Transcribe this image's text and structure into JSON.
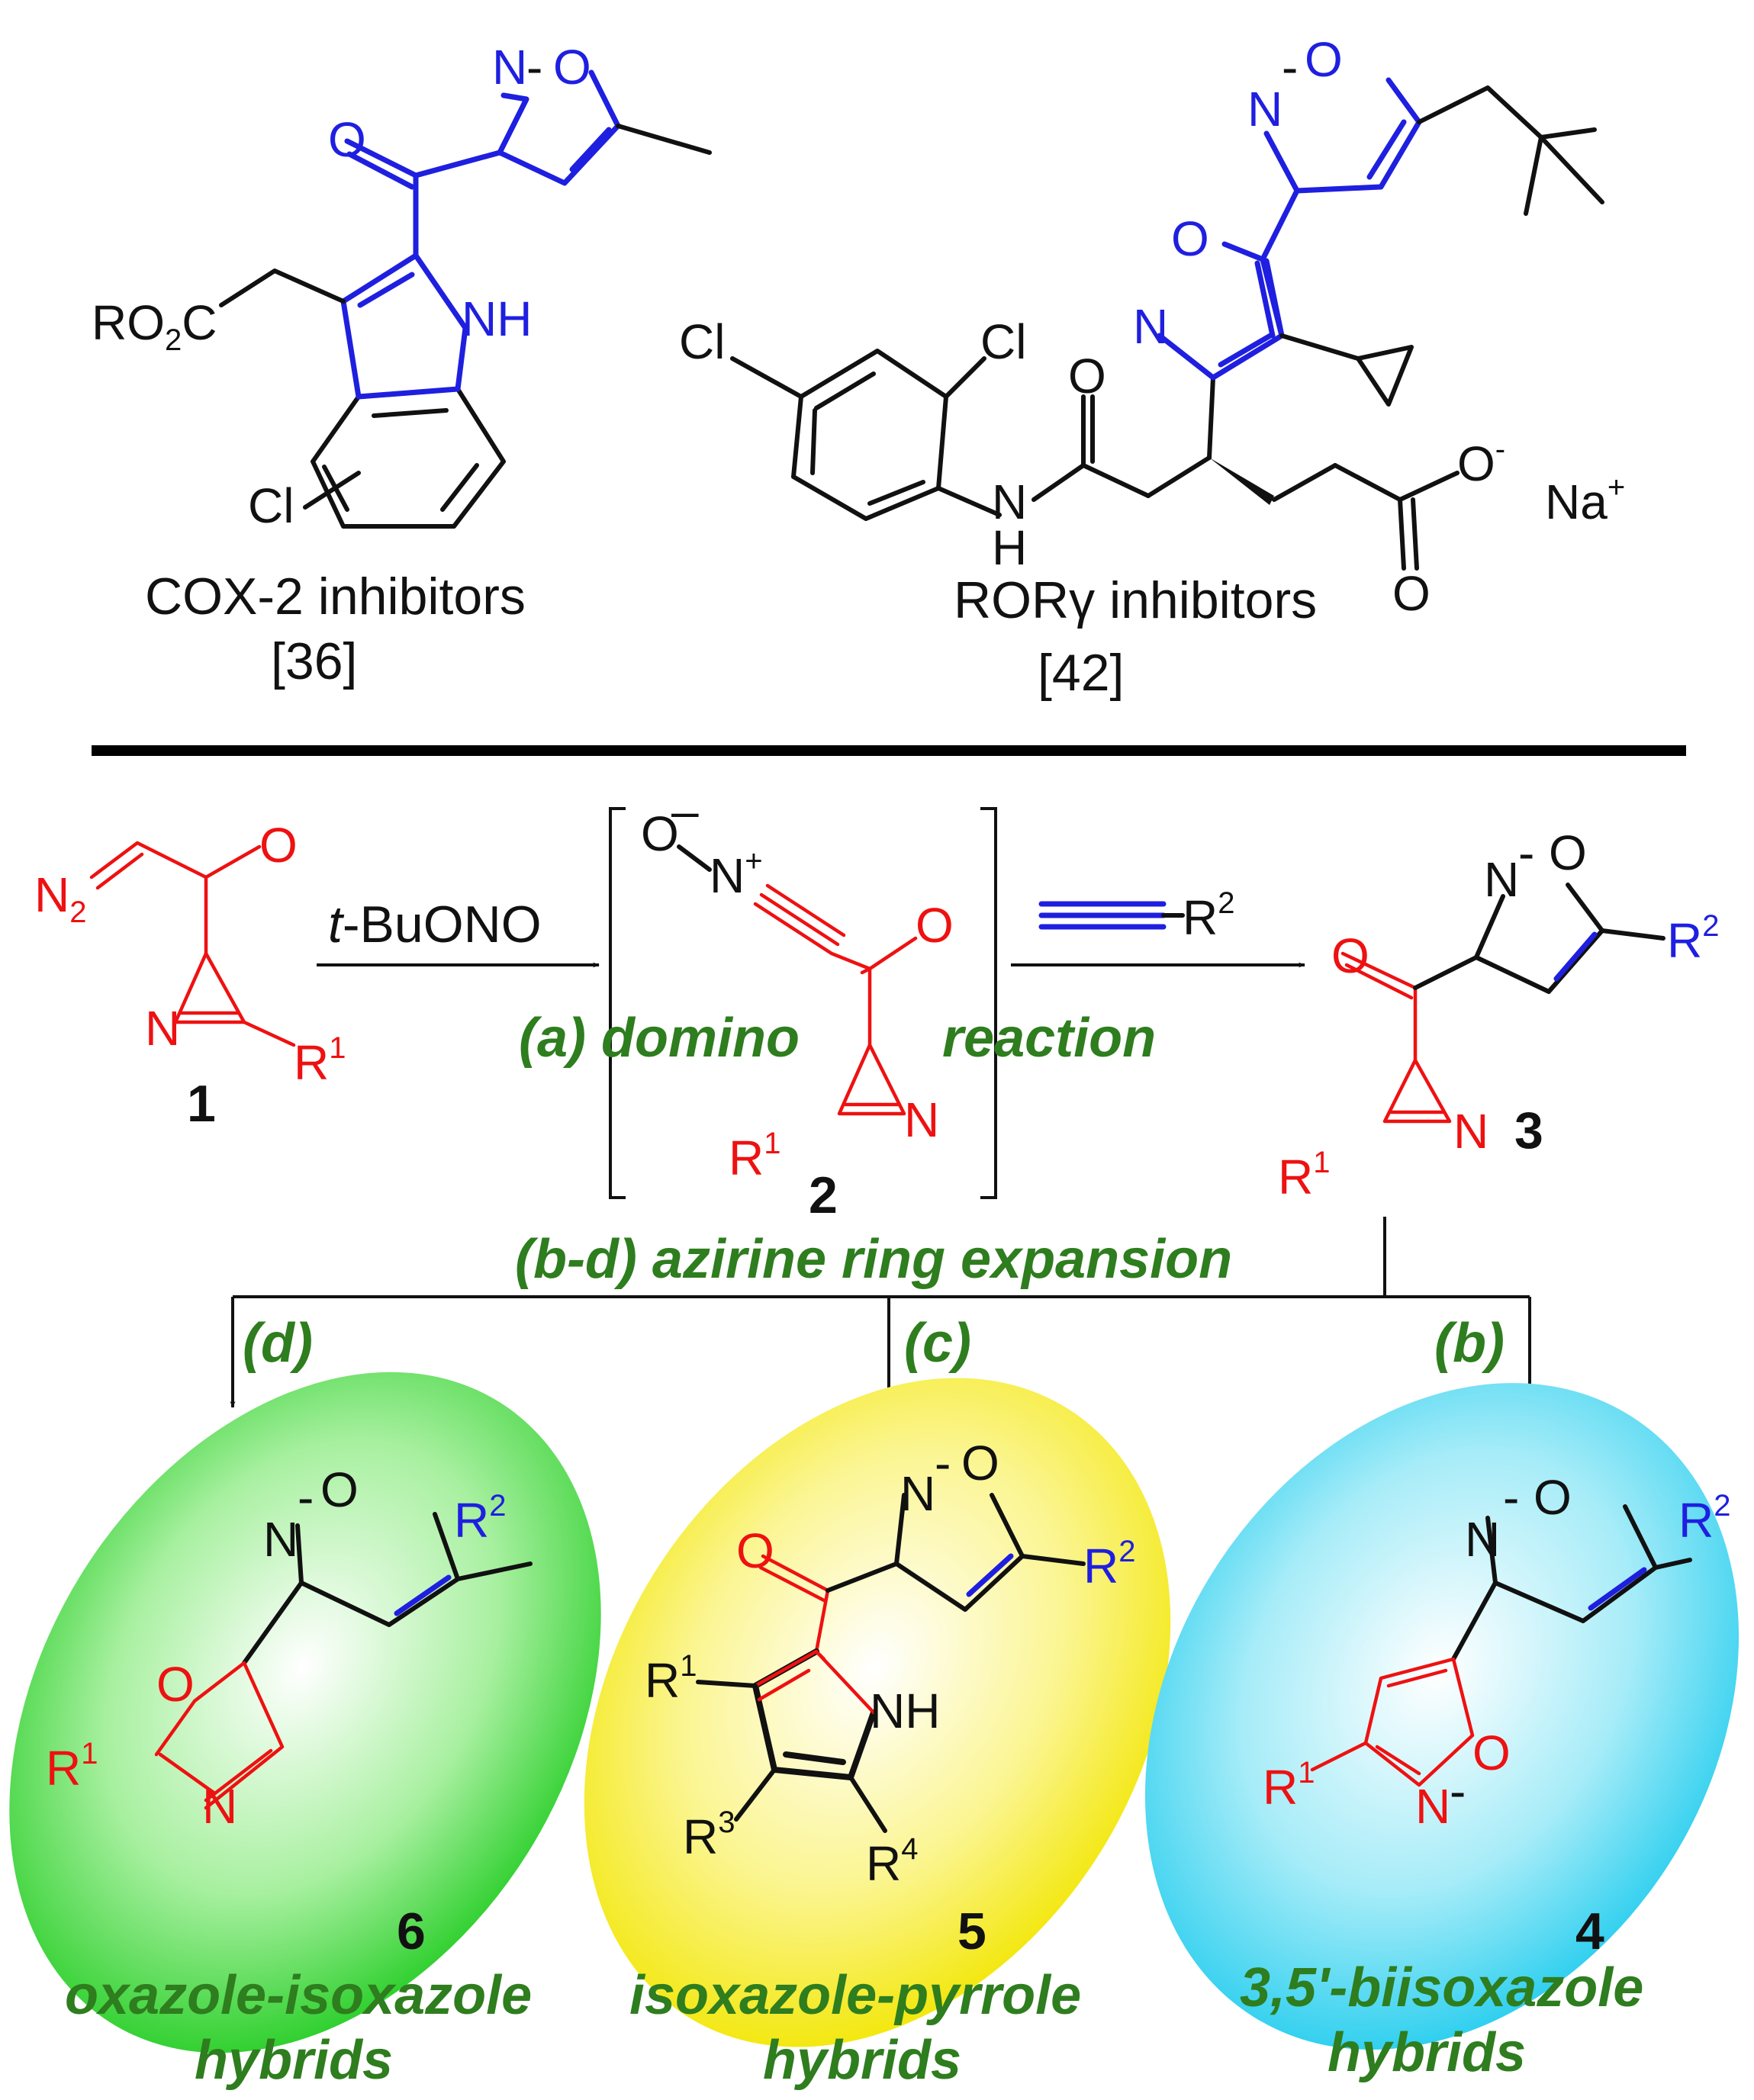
{
  "colors": {
    "scaffold_blue": "#1f1fe0",
    "azirine_red": "#ee1111",
    "caption_green": "#2e7d1e",
    "ellipse_green": "#22cc22",
    "ellipse_yellow": "#f2e600",
    "ellipse_cyan": "#22ccee"
  },
  "top": {
    "cox": {
      "label": "COX-2 inhibitors",
      "ref": "[36]",
      "atoms": {
        "n": "N",
        "o": "O",
        "o2": "O",
        "nh": "NH",
        "ro2c": "RO",
        "ro2c_sub": "2",
        "ro2c_tail": "C",
        "cl": "Cl"
      }
    },
    "ror": {
      "label": "RORγ inhibitors",
      "ref": "[42]",
      "atoms": {
        "n1": "N",
        "o1": "O",
        "o2": "O",
        "n2": "N",
        "cl1": "Cl",
        "cl2": "Cl",
        "o_amide": "O",
        "nh_n": "N",
        "nh_h": "H",
        "o_minus": "O",
        "minus": "-",
        "o_acid": "O",
        "na": "Na",
        "plus": "+"
      }
    }
  },
  "scheme": {
    "reagent_1": "t-BuONO",
    "reagent_1_italic": "t",
    "reagent_1_rest": "-BuONO",
    "step_a_left": "(a) domino",
    "step_a_right": "reaction",
    "step_bd": "(b-d) azirine ring expansion",
    "step_b": "(b)",
    "step_c": "(c)",
    "step_d": "(d)",
    "cmpd1": {
      "num": "1",
      "n2": "N",
      "n2_sub": "2",
      "o": "O",
      "n": "N",
      "r": "R",
      "r_sup": "1"
    },
    "cmpd2": {
      "num": "2",
      "o": "O",
      "minus": "–",
      "n": "N",
      "plus": "+",
      "o2": "O",
      "n_az": "N",
      "r": "R",
      "r_sup": "1"
    },
    "alkyne": {
      "r": "R",
      "r_sup": "2"
    },
    "cmpd3": {
      "num": "3",
      "n": "N",
      "o": "O",
      "o2": "O",
      "r2": "R",
      "r2_sup": "2",
      "n_az": "N",
      "r1": "R",
      "r1_sup": "1"
    }
  },
  "products": {
    "p6": {
      "num": "6",
      "line1": "oxazole-isoxazole",
      "line2": "hybrids",
      "n": "N",
      "o": "O",
      "r2": "R",
      "r2_sup": "2",
      "o_ox": "O",
      "n_ox": "N",
      "r1": "R",
      "r1_sup": "1"
    },
    "p5": {
      "num": "5",
      "line1": "isoxazole-pyrrole",
      "line2": "hybrids",
      "n": "N",
      "o": "O",
      "o2": "O",
      "r2": "R",
      "r2_sup": "2",
      "nh": "NH",
      "r1": "R",
      "r1_sup": "1",
      "r3": "R",
      "r3_sup": "3",
      "r4": "R",
      "r4_sup": "4"
    },
    "p4": {
      "num": "4",
      "line1": "3,5'-biisoxazole",
      "line2": "hybrids",
      "n": "N",
      "o": "O",
      "r2": "R",
      "r2_sup": "2",
      "n_b": "N",
      "o_b": "O",
      "r1": "R",
      "r1_sup": "1"
    }
  }
}
